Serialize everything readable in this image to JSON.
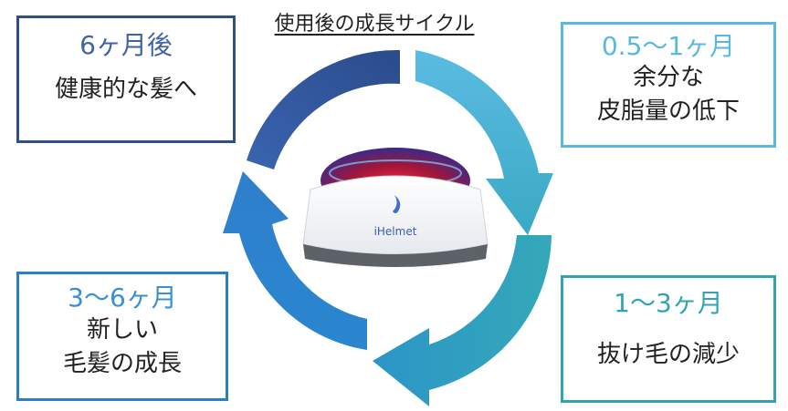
{
  "title": "使用後の成長サイクル",
  "stages": {
    "top_left": {
      "period": "6ヶ月後",
      "lines": [
        "健康的な髪へ"
      ],
      "color": "#2f4f86"
    },
    "top_right": {
      "period": "0.5〜1ヶ月",
      "lines": [
        "余分な",
        "皮脂量の低下"
      ],
      "color": "#5ab8e0"
    },
    "bottom_right": {
      "period": "1〜3ヶ月",
      "lines": [
        "抜け毛の減少"
      ],
      "color": "#33a3b4"
    },
    "bottom_left": {
      "period": "3〜6ヶ月",
      "lines": [
        "新しい",
        "毛髪の成長"
      ],
      "color": "#2a7ec8"
    }
  },
  "device": {
    "brand": "iHelmet",
    "icon": "flame-logo-icon"
  }
}
